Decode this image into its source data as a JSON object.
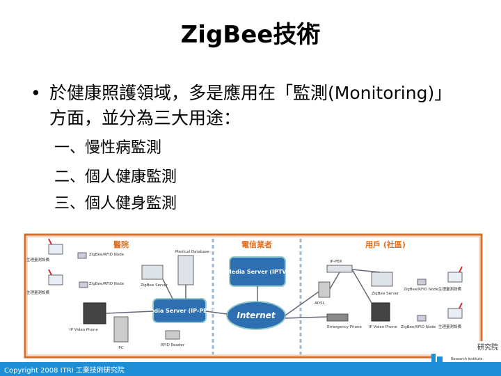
{
  "slide": {
    "title": "ZigBee技術",
    "bullet": "於健康照護領域，多是應用在「監測(Monitoring)」方面，並分為三大用途：",
    "sub_items": [
      "一、慢性病監測",
      "二、個人健康監測",
      "三、個人健身監測"
    ]
  },
  "diagram": {
    "sections": [
      "醫院",
      "電信業者",
      "用戶 (社區)"
    ],
    "labels": {
      "physio_device": "生理量測設備",
      "zigbee_rfid_node": "ZigBee/RFID Node",
      "medical_database": "Medical Database",
      "zigbee_server": "ZigBee Server",
      "media_server_pbx": "Media Server (IP-PBX)",
      "ip_video_phone": "IP Video Phone",
      "pc": "PC",
      "rfid_reader": "RFID Reader",
      "media_server_iptv": "Media Server (IPTV)",
      "internet": "Internet",
      "ip_pbx": "IP-PBX",
      "adsl": "ADSL",
      "emergency_phone": "Emergency Phone"
    }
  },
  "logo": {
    "text": "研究院",
    "subtext": "Research Institute"
  },
  "footer": {
    "text": "Copyright 2008 ITRI 工業技術研究院"
  },
  "colors": {
    "footer": "#1e8fd6",
    "diagram_border": "#d26e2e",
    "section_title": "#e07020",
    "accent_blue": "#2d6fb0"
  }
}
